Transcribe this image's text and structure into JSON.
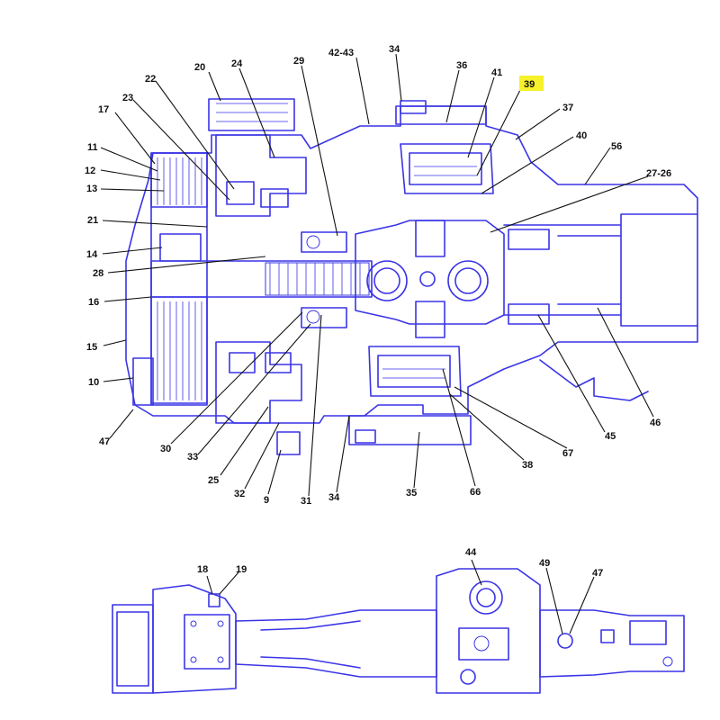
{
  "highlight_color": "#f6f12a",
  "line_color": "#3a34e6",
  "highlighted_callout": "39",
  "callouts": {
    "c20": "20",
    "c24": "24",
    "c29": "29",
    "c42_43": "42-43",
    "c34_top": "34",
    "c36": "36",
    "c41": "41",
    "c39": "39",
    "c37": "37",
    "c40": "40",
    "c56": "56",
    "c27_26": "27-26",
    "c22": "22",
    "c23": "23",
    "c17": "17",
    "c11": "11",
    "c12": "12",
    "c13": "13",
    "c21": "21",
    "c14": "14",
    "c28": "28",
    "c16": "16",
    "c15": "15",
    "c10": "10",
    "c47_top": "47",
    "c30": "30",
    "c33": "33",
    "c25": "25",
    "c32": "32",
    "c9": "9",
    "c31": "31",
    "c34_bot": "34",
    "c35": "35",
    "c66": "66",
    "c38": "38",
    "c67": "67",
    "c45": "45",
    "c46": "46",
    "c18": "18",
    "c19": "19",
    "c44": "44",
    "c49": "49",
    "c47_bot": "47"
  }
}
